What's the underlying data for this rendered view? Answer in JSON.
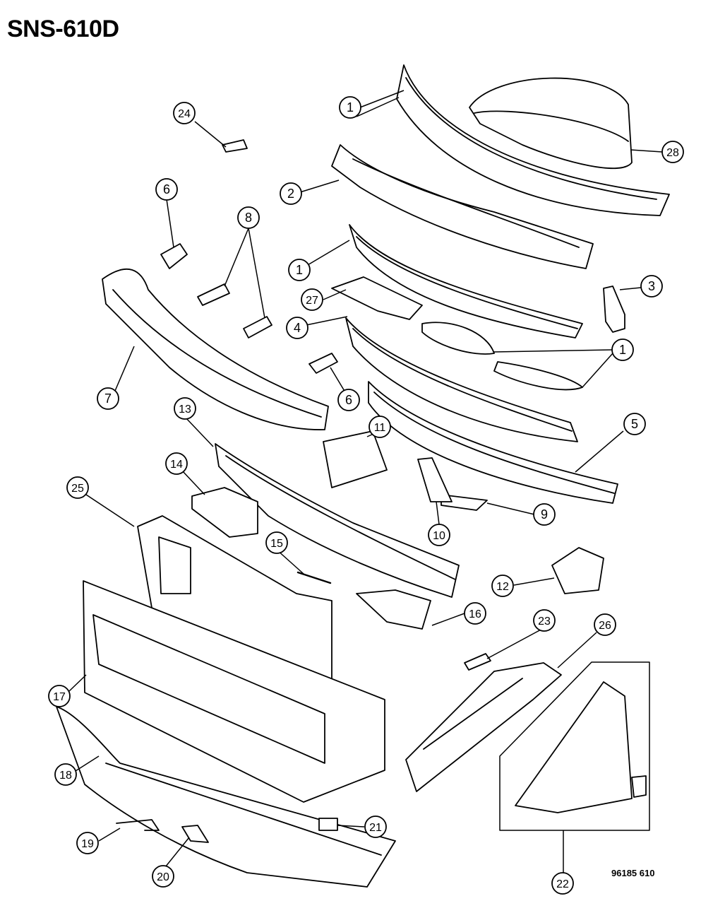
{
  "diagram": {
    "id": "SNS-610D",
    "code": "96185 610",
    "callouts": [
      "1",
      "2",
      "3",
      "4",
      "5",
      "6",
      "7",
      "8",
      "9",
      "10",
      "11",
      "12",
      "13",
      "14",
      "15",
      "16",
      "17",
      "18",
      "19",
      "20",
      "21",
      "22",
      "23",
      "24",
      "25",
      "26",
      "27",
      "28"
    ]
  }
}
